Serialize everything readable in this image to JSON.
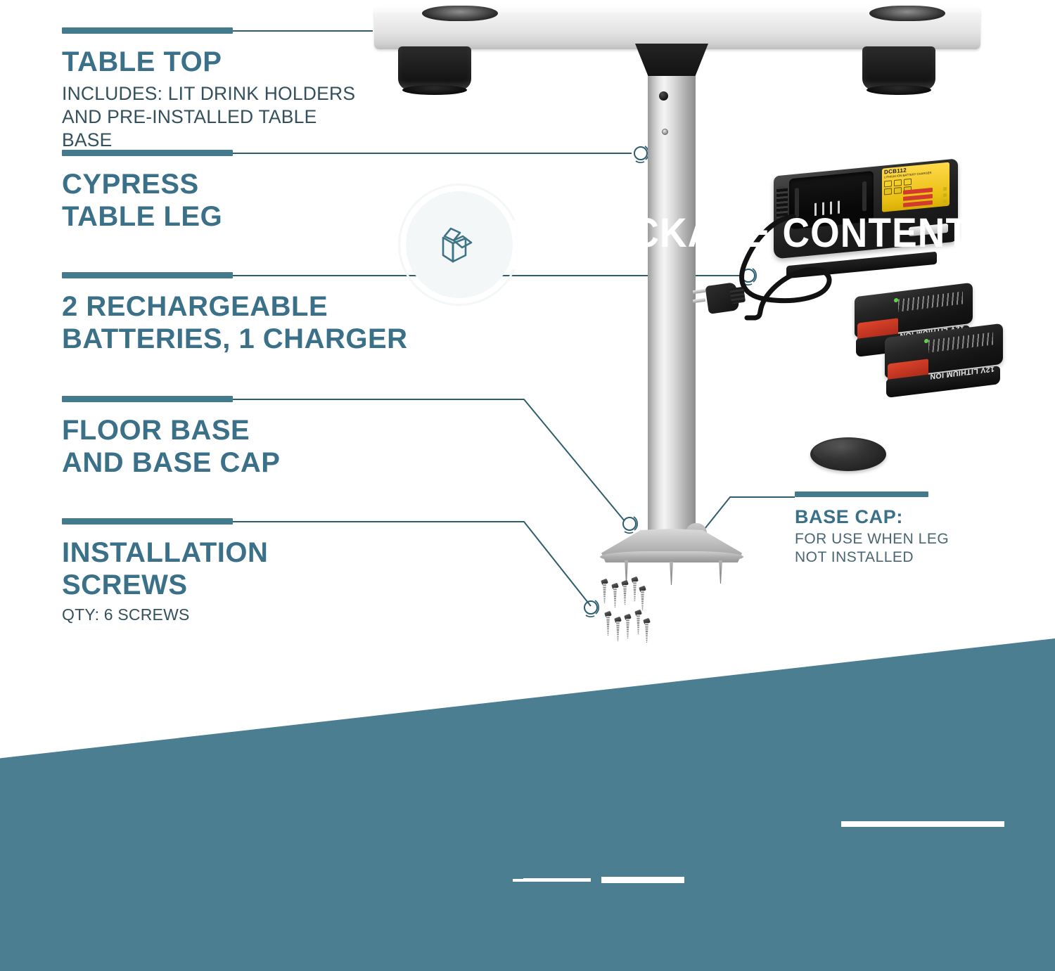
{
  "meta": {
    "accent_color": "#437A8C",
    "heading_color": "#3B7089",
    "subtext_color": "#33505C",
    "banner_color": "#4A7E90",
    "background_color": "#FFFFFF"
  },
  "callouts": [
    {
      "id": "table-top",
      "title": "TABLE TOP",
      "subtitle": "INCLUDES: LIT DRINK HOLDERS\nAND PRE-INSTALLED TABLE BASE"
    },
    {
      "id": "cypress-table-leg",
      "title": "CYPRESS\nTABLE LEG",
      "subtitle": ""
    },
    {
      "id": "batteries-charger",
      "title": "2 RECHARGEABLE\nBATTERIES, 1 CHARGER",
      "subtitle": ""
    },
    {
      "id": "floor-base",
      "title": "FLOOR BASE\nAND BASE CAP",
      "subtitle": ""
    },
    {
      "id": "installation-screws",
      "title": "INSTALLATION\nSCREWS",
      "subtitle": "QTY: 6 SCREWS"
    }
  ],
  "base_cap_callout": {
    "title": "BASE CAP:",
    "subtitle": "FOR USE WHEN LEG\nNOT INSTALLED"
  },
  "banner": {
    "title": "PACKAGE CONTENTS",
    "icon": "open-box-icon"
  },
  "product_parts": {
    "charger": {
      "model_label": "DCB112",
      "model_sub": "LITHIUM ION BATTERY CHARGER"
    },
    "battery_1": {
      "label": "12V LITHIUM ION"
    },
    "battery_2": {
      "label": "12V LITHIUM ION"
    },
    "screws": {
      "count": 6
    }
  }
}
